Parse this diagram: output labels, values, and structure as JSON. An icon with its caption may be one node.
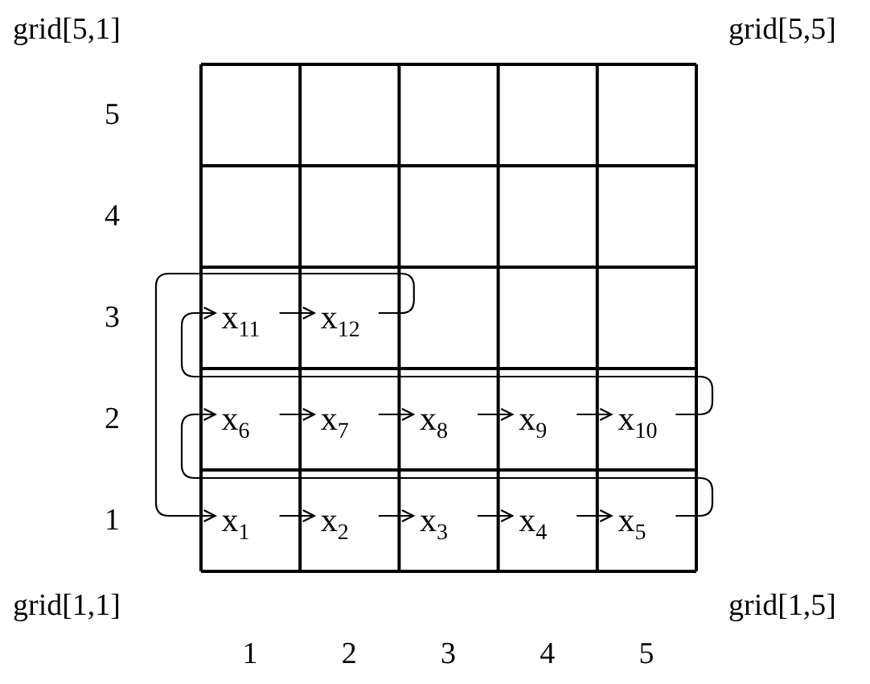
{
  "diagram": {
    "nodes": [
      {
        "text": [
          "x$_{11}$"
        ]
      },
      {
        "text": [
          "x$_{12}$"
        ]
      },
      {
        "text": [
          "x$_{6}$"
        ]
      },
      {
        "text": [
          "x$_{7}$"
        ]
      },
      {
        "text": [
          "x$_{8}$"
        ]
      },
      {
        "text": [
          "x$_{9}$"
        ]
      },
      {
        "text": [
          "x$_{10}$"
        ]
      },
      {
        "text": [
          "x$_{1}$"
        ]
      },
      {
        "text": [
          "x$_{2}$"
        ]
      },
      {
        "text": [
          "x$_{3}$"
        ]
      },
      {
        "text": [
          "x$_{4}$"
        ]
      },
      {
        "text": [
          "x$_{5}$"
        ]
      }
    ],
    "edges": [
      {
        "from": 7,
        "to": 8,
        "arrow": "to"
      },
      {
        "from": 8,
        "to": 9,
        "arrow": "to"
      },
      {
        "from": 9,
        "to": 10,
        "arrow": "to"
      },
      {
        "from": 10,
        "to": 11,
        "arrow": "to"
      },
      {
        "from": 11,
        "to": 2,
        "arrow": "to"
      },
      {
        "from": 2,
        "to": 3,
        "arrow": "to"
      },
      {
        "from": 3,
        "to": 4,
        "arrow": "to"
      },
      {
        "from": 4,
        "to": 5,
        "arrow": "to"
      },
      {
        "from": 5,
        "to": 6,
        "arrow": "to"
      },
      {
        "from": 6,
        "to": 0,
        "arrow": "to"
      },
      {
        "from": 0,
        "to": 1,
        "arrow": "to"
      },
      {
        "from": 1,
        "to": 7,
        "arrow": "to"
      }
    ],
    "labels": [
      "grid[5,1]",
      "grid[5,5]",
      "5",
      "4",
      "3",
      "2",
      "1",
      "grid[1,1]",
      "grid[1,5]",
      "1",
      "2",
      "3",
      "4",
      "5"
    ]
  }
}
